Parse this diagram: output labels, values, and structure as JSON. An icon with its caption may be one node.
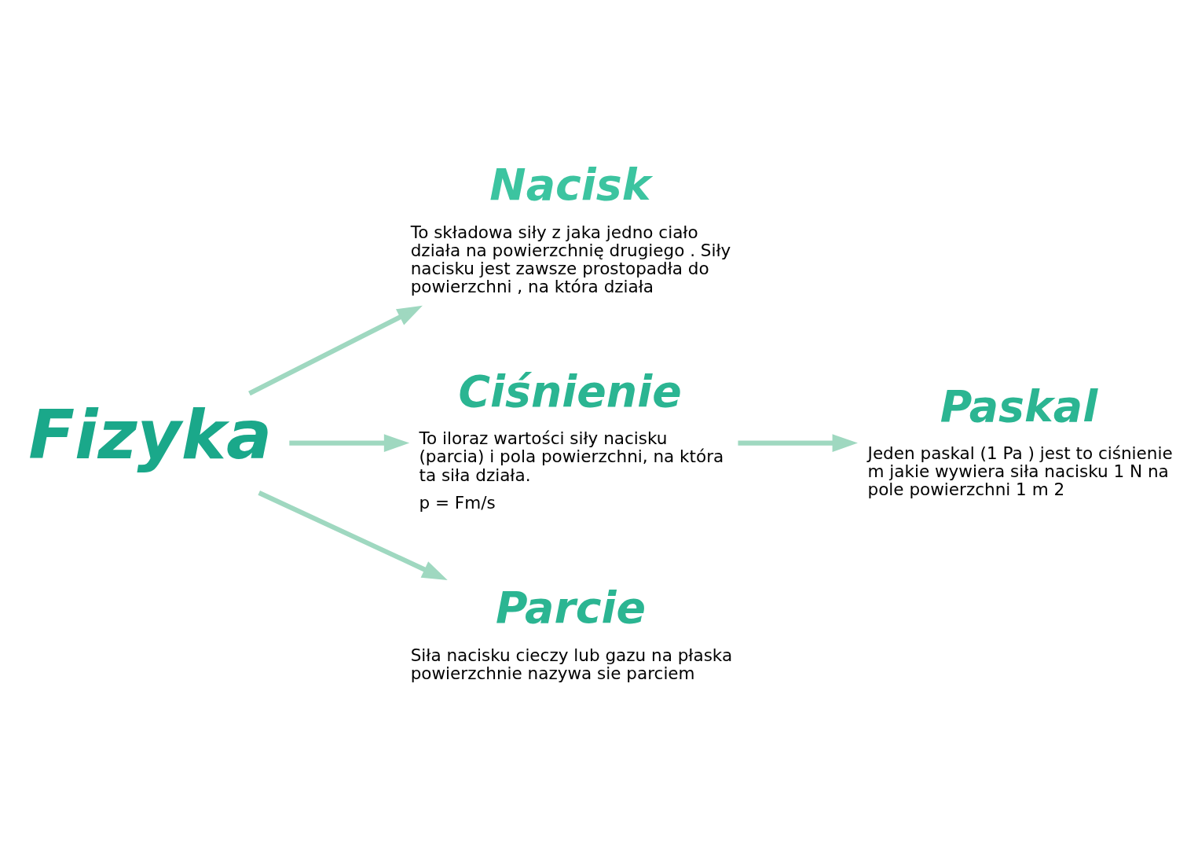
{
  "diagram": {
    "nodes": [
      {
        "text": [
          "Fizyka"
        ]
      },
      {
        "text": [
          "Nacisk",
          "To składowa siły z jaka jedno ciało działa na powierzchnię drugiego . Siły nacisku jest zawsze prostopadła do powierzchni , na która działa"
        ]
      },
      {
        "text": [
          "Ciśnienie",
          "To iloraz wartości siły nacisku (parcia) i pola powierzchni, na która ta siła działa.",
          "p = Fm/s"
        ]
      },
      {
        "text": [
          "Paskal",
          "Jeden paskal (1 Pa ) jest to ciśnienie m jakie wywiera siła nacisku 1 N na pole powierzchni 1 m 2"
        ]
      },
      {
        "text": [
          "Parcie",
          "Siła nacisku cieczy lub gazu na płaska powierzchnie nazywa sie parciem"
        ]
      }
    ],
    "edges": [
      {
        "from": 0,
        "to": 1,
        "arrow": "to"
      },
      {
        "from": 0,
        "to": 2,
        "arrow": "to"
      },
      {
        "from": 2,
        "to": 3,
        "arrow": "to"
      },
      {
        "from": 0,
        "to": 4,
        "arrow": "to"
      }
    ]
  }
}
